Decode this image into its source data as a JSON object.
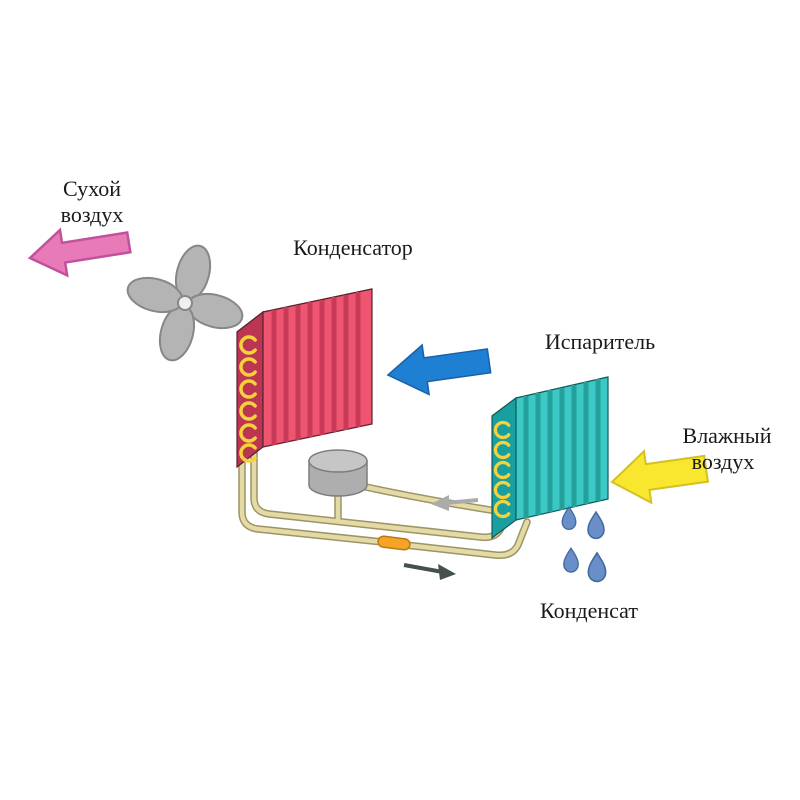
{
  "diagram": {
    "labels": {
      "dry_air_line1": "Сухой",
      "dry_air_line2": "воздух",
      "condenser": "Конденсатор",
      "evaporator": "Испаритель",
      "humid_air_line1": "Влажный",
      "humid_air_line2": "воздух",
      "condensate": "Конденсат"
    },
    "colors": {
      "text": "#1a1a1a",
      "dry_air_arrow": "#e87ab8",
      "dry_air_arrow_outline": "#c2519b",
      "airflow_arrow": "#1f7fd2",
      "airflow_arrow_outline": "#1a5fa8",
      "humid_air_arrow": "#f8e72e",
      "humid_air_arrow_outline": "#d4c020",
      "condenser_front": "#ee5570",
      "condenser_top": "#f795a5",
      "condenser_side": "#bc3552",
      "condenser_fin": "#c73b58",
      "evaporator_front": "#3cc8c4",
      "evaporator_top": "#8fdedd",
      "evaporator_side": "#18a0a0",
      "evaporator_fin": "#23a09c",
      "coil": "#f5d23c",
      "tube": "#e3daa6",
      "tube_outline": "#9d9465",
      "fan": "#b4b4b4",
      "fan_outline": "#878787",
      "compressor_body": "#aeaeae",
      "compressor_top": "#c6c6c6",
      "valve": "#f6a328",
      "drop": "#6a8fc8",
      "drop_outline": "#41699f",
      "flow_arrow_left": "#ababab",
      "flow_arrow_right": "#44514e"
    }
  }
}
